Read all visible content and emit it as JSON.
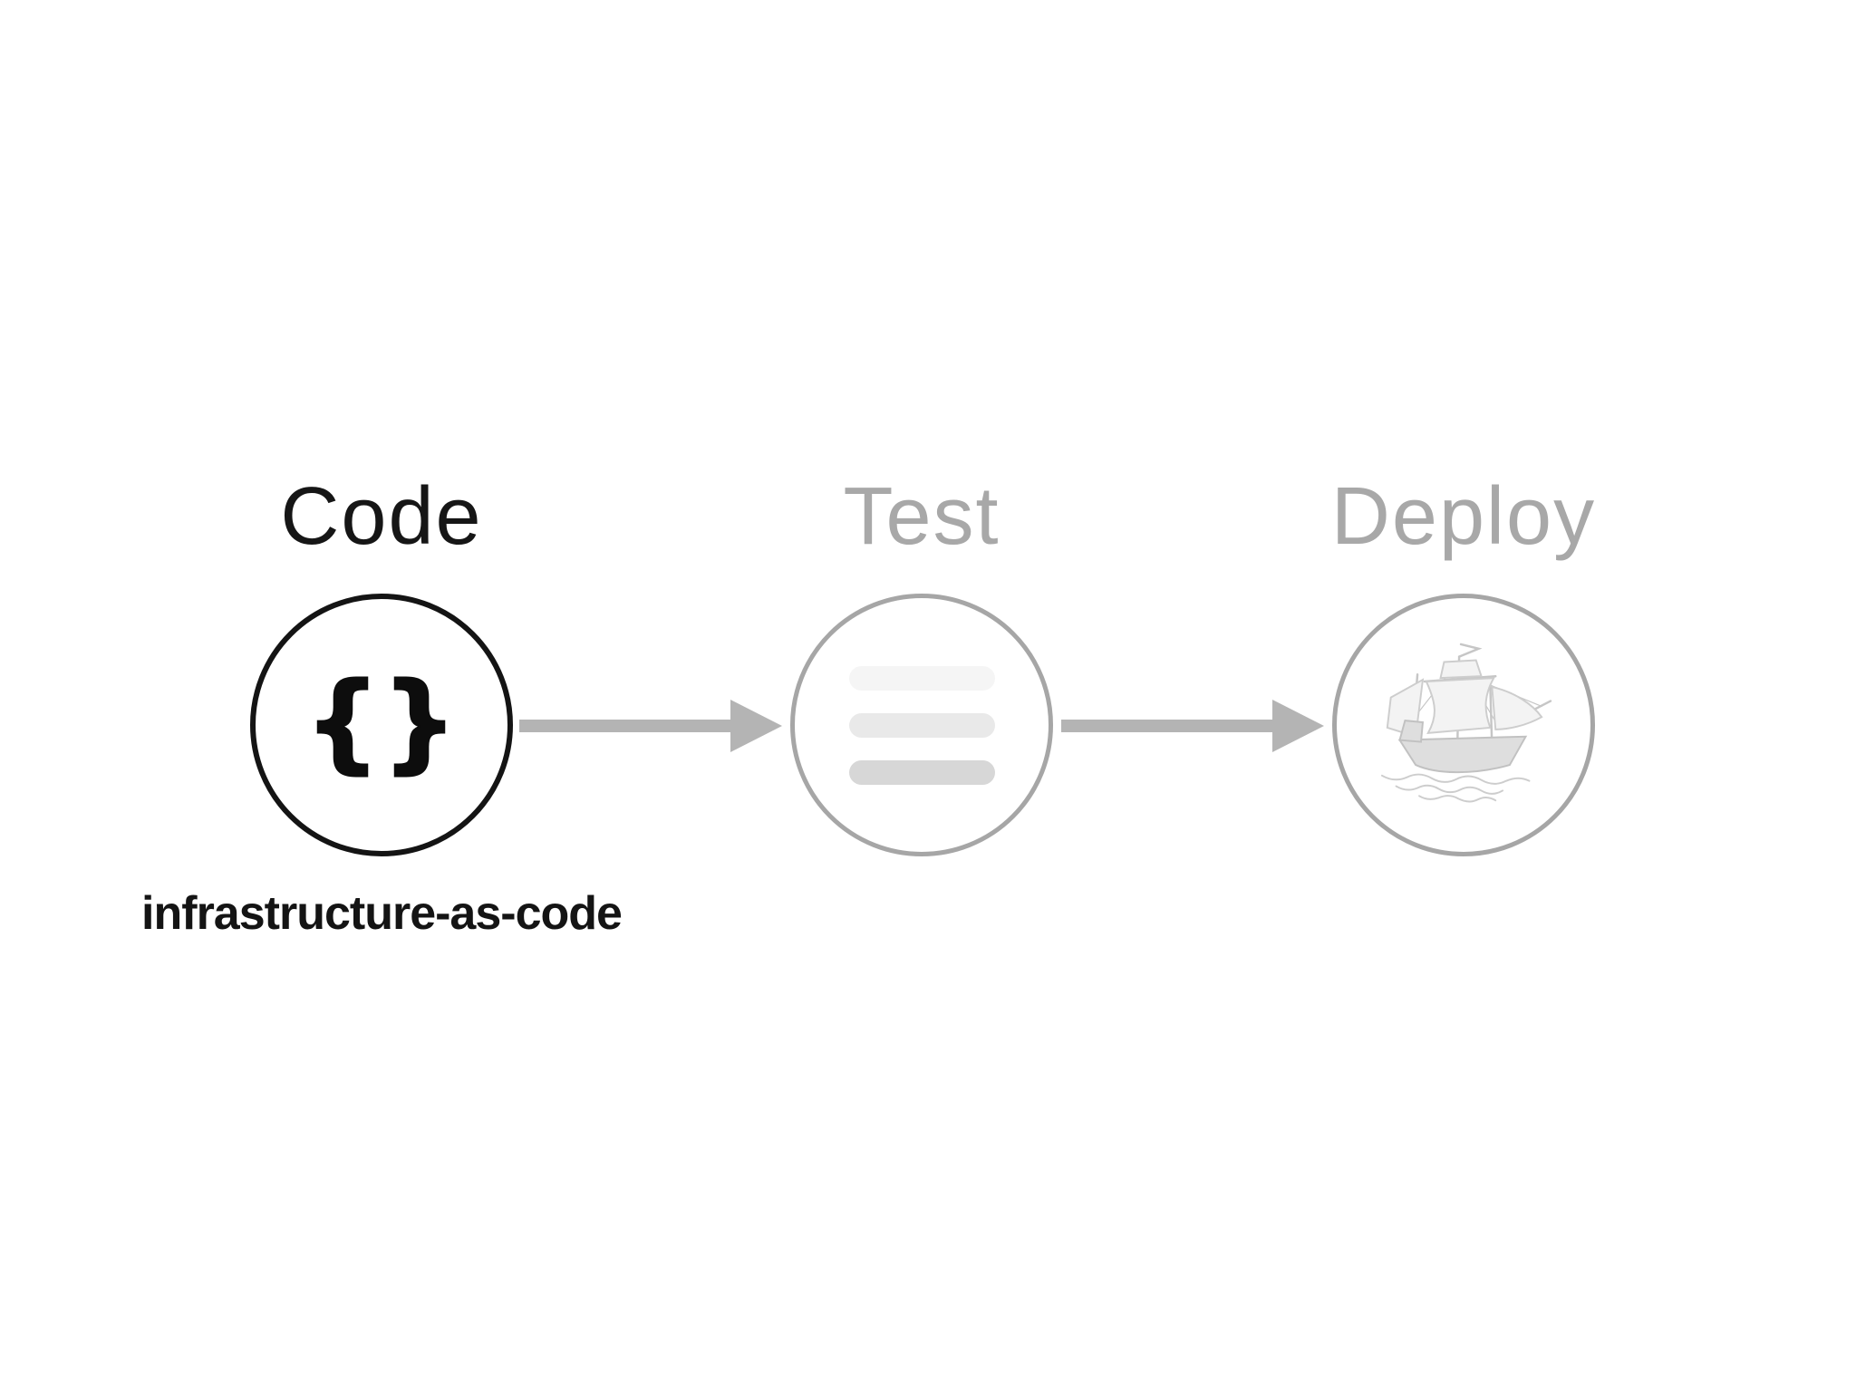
{
  "diagram": {
    "title_row": [
      "Code",
      "Test",
      "Deploy"
    ],
    "stages": [
      {
        "label": "Code",
        "state": "active",
        "icon": "braces-icon",
        "icon_glyph": "{}",
        "caption": "infrastructure-as-code"
      },
      {
        "label": "Test",
        "state": "inactive",
        "icon": "text-lines-icon"
      },
      {
        "label": "Deploy",
        "state": "inactive",
        "icon": "ship-icon"
      }
    ],
    "connectors": [
      {
        "from": "Code",
        "to": "Test",
        "style": "solid-arrow"
      },
      {
        "from": "Test",
        "to": "Deploy",
        "style": "solid-arrow"
      }
    ],
    "colors": {
      "background": "#ffffff",
      "active_text": "#161616",
      "inactive_text": "#a8a8a8",
      "active_circle_stroke": "#141414",
      "inactive_circle_stroke": "#a6a6a6",
      "arrow": "#b4b4b4",
      "test_bar_top": "#f5f5f5",
      "test_bar_middle": "#e9e9e9",
      "test_bar_bottom": "#d7d7d7"
    }
  }
}
